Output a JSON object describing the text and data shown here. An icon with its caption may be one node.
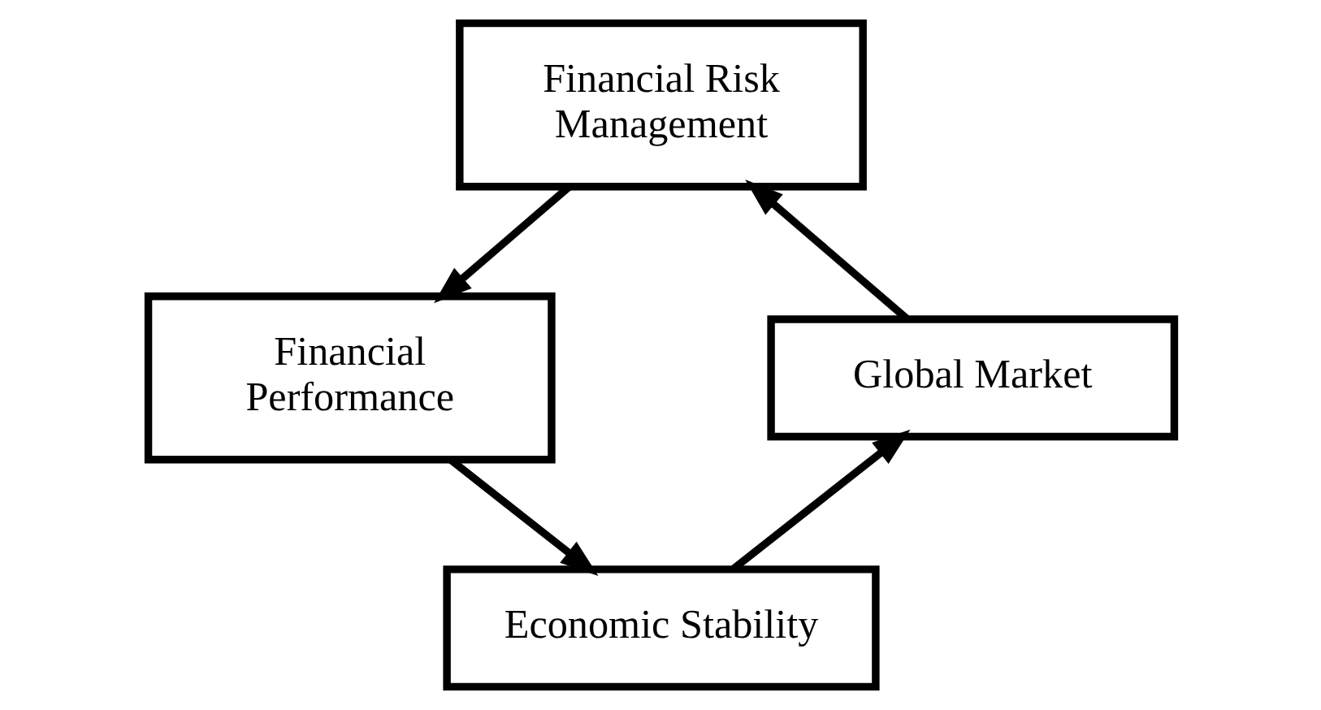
{
  "diagram": {
    "nodes": [
      {
        "text": [
          "Financial Risk Management"
        ]
      },
      {
        "text": [
          "Financial Performance"
        ]
      },
      {
        "text": [
          "Economic Stability"
        ]
      },
      {
        "text": [
          "Global Market"
        ]
      }
    ],
    "edges": [
      {
        "from": 3,
        "to": 0,
        "arrow": "to"
      },
      {
        "from": 0,
        "to": 1,
        "arrow": "to"
      },
      {
        "from": 1,
        "to": 2,
        "arrow": "to"
      },
      {
        "from": 2,
        "to": 3,
        "arrow": "to"
      }
    ]
  }
}
